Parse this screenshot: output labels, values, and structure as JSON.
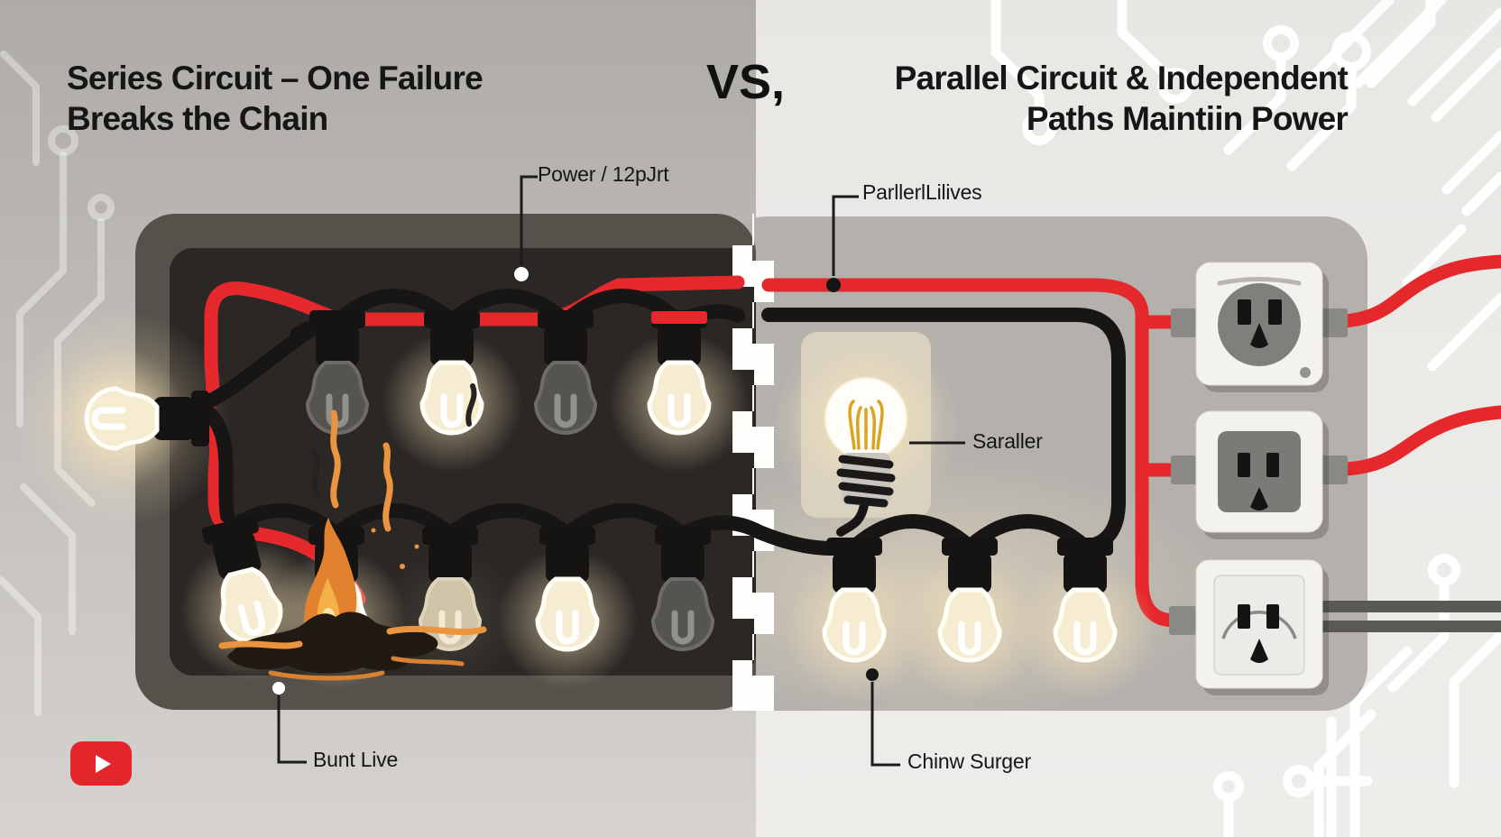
{
  "titles": {
    "left_line1": "Series Circuit – One Failure",
    "left_line2": "Breaks the Chain",
    "versus": "VS,",
    "right_line1": "Parallel Circuit & Independent",
    "right_line2": "Paths Maintiin Power"
  },
  "callouts": {
    "power": "Power / 12pJrt",
    "parallel_lives": "ParllerlLilives",
    "saraller": "Saraller",
    "bunt_live": "Bunt Live",
    "chinw_surger": "Chinw Surger"
  },
  "icons": {
    "youtube": "youtube-play-icon"
  },
  "colors": {
    "bg_left": "#b2afab",
    "bg_right": "#eae8e5",
    "panel_dark": "#2a2725",
    "panel_frame": "#55524c",
    "panel_light": "#b4b1ad",
    "wire_red": "#e5282c",
    "wire_black": "#171614",
    "bulb_lit": "#f6ecd2",
    "bulb_dim": "#56544e",
    "flame_orange": "#ea9440",
    "tear_white": "#fefefd",
    "youtube_red": "#e3262b"
  }
}
